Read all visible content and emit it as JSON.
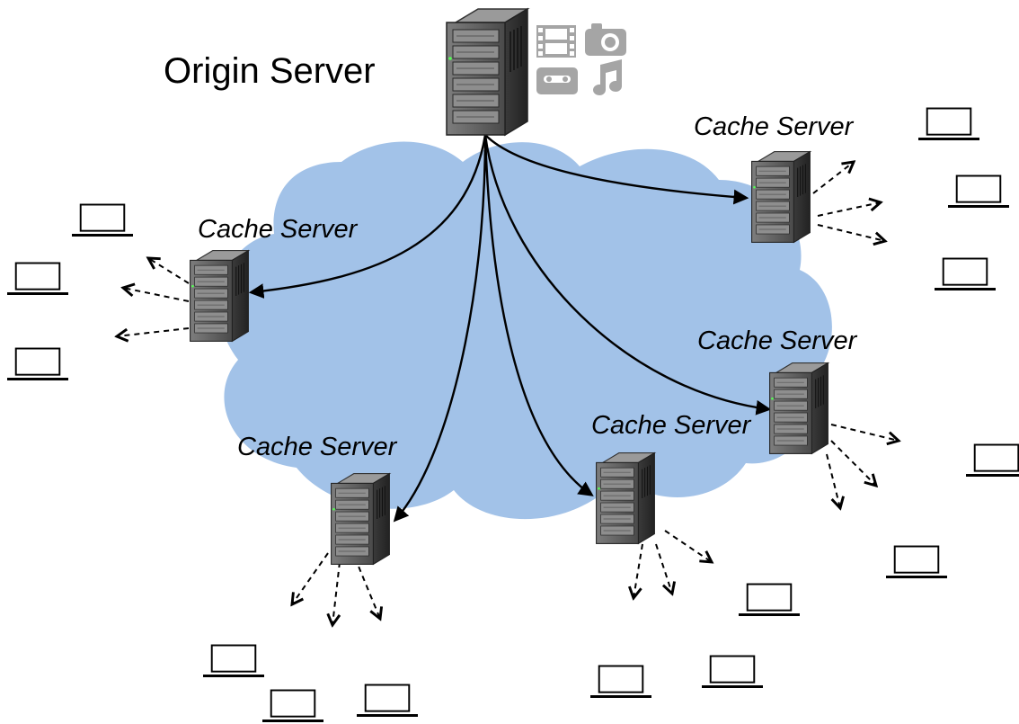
{
  "origin": {
    "label": "Origin Server"
  },
  "cache_servers": [
    {
      "label": "Cache Server"
    },
    {
      "label": "Cache Server"
    },
    {
      "label": "Cache Server"
    },
    {
      "label": "Cache Server"
    },
    {
      "label": "Cache Server"
    }
  ],
  "media_icons": [
    "film-icon",
    "camera-icon",
    "cassette-icon",
    "music-note-icon"
  ],
  "colors": {
    "cloud": "#a2c2e8",
    "server": "#5a5a5a",
    "link": "#000000"
  }
}
